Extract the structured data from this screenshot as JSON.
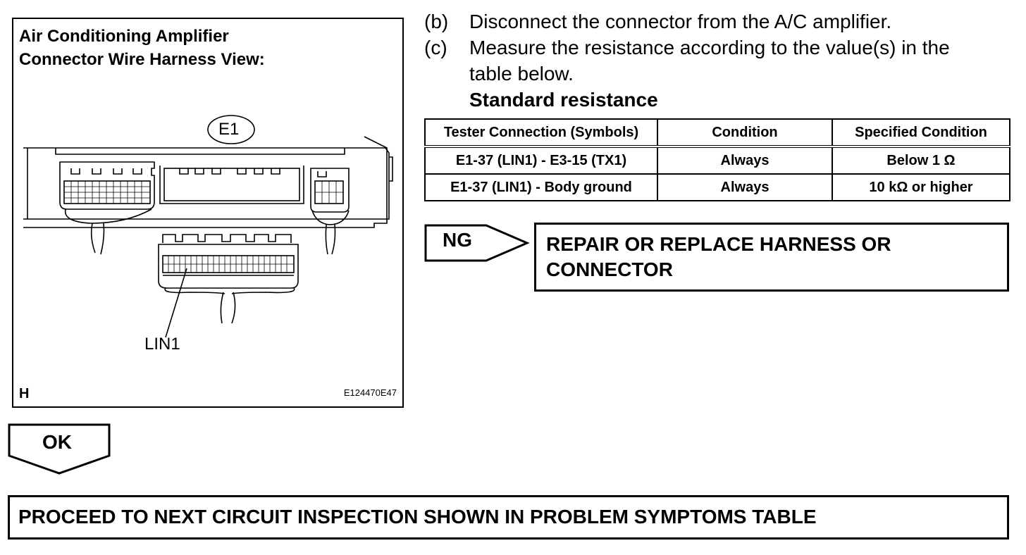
{
  "figure": {
    "title_line1": "Air Conditioning Amplifier",
    "title_line2": "Connector Wire Harness View:",
    "connector_label": "E1",
    "pin_label": "LIN1",
    "corner_letter": "H",
    "figure_code": "E124470E47"
  },
  "steps": [
    {
      "label": "(b)",
      "text": "Disconnect the connector from the A/C amplifier."
    },
    {
      "label": "(c)",
      "text": "Measure the resistance according to the value(s) in the table below."
    }
  ],
  "standard_title": "Standard resistance",
  "table": {
    "headers": [
      "Tester Connection (Symbols)",
      "Condition",
      "Specified Condition"
    ],
    "rows": [
      [
        "E1-37 (LIN1) - E3-15 (TX1)",
        "Always",
        "Below 1 Ω"
      ],
      [
        "E1-37 (LIN1) - Body ground",
        "Always",
        "10 kΩ or higher"
      ]
    ]
  },
  "ng": {
    "label": "NG",
    "text": "REPAIR OR REPLACE HARNESS OR CONNECTOR"
  },
  "ok": {
    "label": "OK"
  },
  "proceed_text": "PROCEED TO NEXT CIRCUIT INSPECTION SHOWN IN PROBLEM SYMPTOMS TABLE"
}
